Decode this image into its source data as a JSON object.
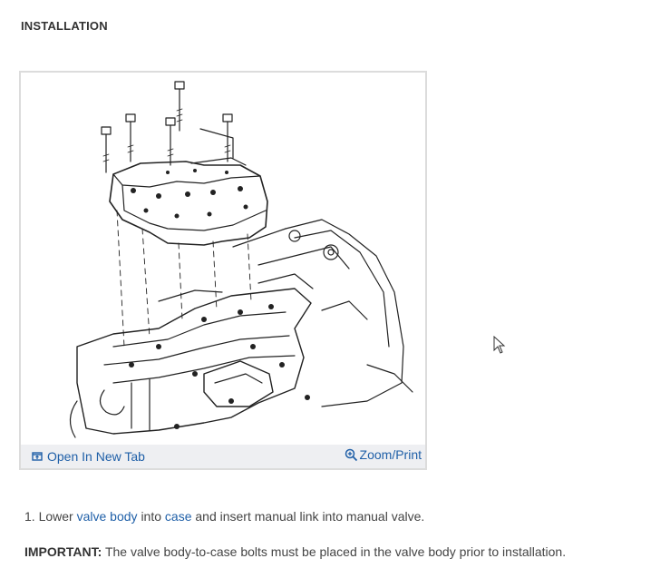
{
  "section": {
    "title": "INSTALLATION"
  },
  "figure": {
    "open_tab_label": "Open In New Tab",
    "zoom_label": "Zoom/Print"
  },
  "steps": [
    {
      "number": "1.",
      "parts": [
        "Lower",
        "valve body",
        "into",
        "case",
        "and insert manual link into manual valve."
      ]
    }
  ],
  "note": {
    "label": "IMPORTANT:",
    "text": "The valve body-to-case bolts must be placed in the valve body prior to installation."
  }
}
